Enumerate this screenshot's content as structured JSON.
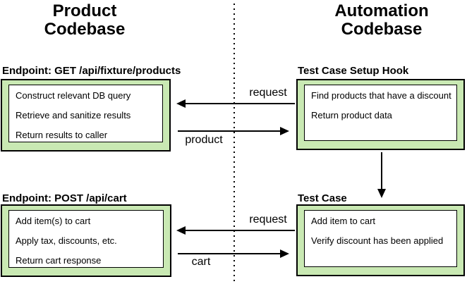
{
  "titles": {
    "left": [
      "Product",
      "Codebase"
    ],
    "right": [
      "Automation",
      "Codebase"
    ]
  },
  "groups": [
    {
      "label": "Endpoint: GET /api/fixture/products",
      "lines": [
        "Construct relevant DB query",
        "Retrieve and sanitize results",
        "Return results to caller"
      ]
    },
    {
      "label": "Test Case Setup Hook",
      "lines": [
        "Find products that have a discount",
        "Return product data"
      ]
    },
    {
      "label": "Endpoint: POST /api/cart",
      "lines": [
        "Add item(s) to cart",
        "Apply tax, discounts, etc.",
        "Return cart response"
      ]
    },
    {
      "label": "Test Case",
      "lines": [
        "Add item to cart",
        "Verify discount has been applied"
      ]
    }
  ],
  "arrows": {
    "top_request_label": "request",
    "top_product_label": "product",
    "bottom_request_label": "request",
    "bottom_cart_label": "cart"
  },
  "colors": {
    "box_fill": "#c9e9b3",
    "line": "#000000",
    "background": "#ffffff"
  }
}
